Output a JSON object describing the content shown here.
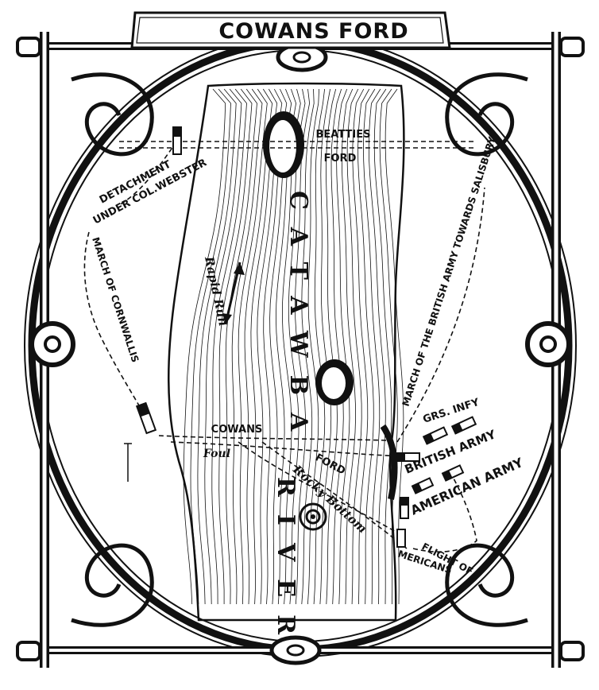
{
  "title": "COWANS FORD",
  "labels": {
    "beatties_line1": "BEATTIES",
    "beatties_line2": "FORD",
    "detachment_line1": "DETACHMENT",
    "detachment_line2": "UNDER COL.WEBSTER",
    "march_cornwallis": "MARCH OF CORNWALLIS",
    "march_british": "MARCH OF THE BRITISH ARMY TOWARDS SALISBURY",
    "river_name_1": "CATAWBA",
    "river_name_2": "RIVER",
    "rapid_run": "Rapid Run",
    "cowans": "COWANS",
    "ford": "FORD",
    "foul": "Foul",
    "rocky_bottom": "Rocky Bottom",
    "grs_infy": "GRS. INFY",
    "british_army": "BRITISH ARMY",
    "american_army": "AMERICAN ARMY",
    "flight_of": "FLIGHT OF",
    "americans": "MERICANS"
  },
  "colors": {
    "ink": "#111111",
    "paper": "#ffffff"
  }
}
